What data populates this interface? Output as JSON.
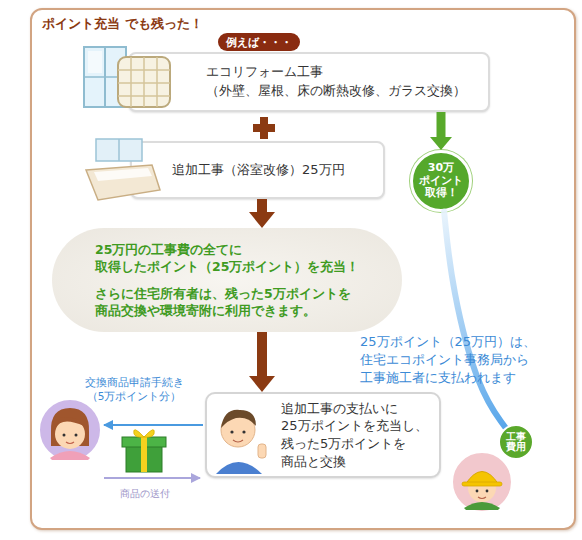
{
  "diagram": {
    "nodes": [
      {
        "text": [
          "ポイント充当 でも残った！"
        ]
      },
      {
        "text": [
          "例えば・・・"
        ],
        "in": 0
      },
      {
        "text": [
          "エコリフォーム工事 （外壁、屋根、床の断熱改修、ガラス交換）"
        ],
        "in": 0
      },
      {
        "text": [
          "追加工事（浴室改修）25万円"
        ],
        "in": 0
      },
      {
        "text": [
          "30万 ポイント 取得！"
        ],
        "in": 0
      },
      {
        "text": [
          "25万円の工事費の全てに 取得したポイント（25万ポイント）を充当！",
          "さらに住宅所有者は、残った5万ポイントを 商品交換や環境寄附に利用できます。"
        ],
        "in": 0
      },
      {
        "text": [
          "追加工事の支払いに 25万ポイントを充当し、 残った5万ポイントを 商品と交換"
        ],
        "in": 0
      },
      {
        "text": [
          "工事 費用"
        ],
        "in": 0
      }
    ],
    "edges": [
      {
        "from": 3,
        "to": 5,
        "arrow": "to"
      },
      {
        "from": 5,
        "to": 6,
        "arrow": "to"
      },
      {
        "from": 2,
        "to": 4,
        "arrow": "to"
      },
      {
        "from": 4,
        "to": 7,
        "arrow": "none",
        "label": "25万ポイント（25万円）は、 住宅エコポイント事務局から 工事施工者に支払われます"
      }
    ],
    "labels": [
      "交換商品申請手続き （5万ポイント分）",
      "商品の送付"
    ]
  }
}
